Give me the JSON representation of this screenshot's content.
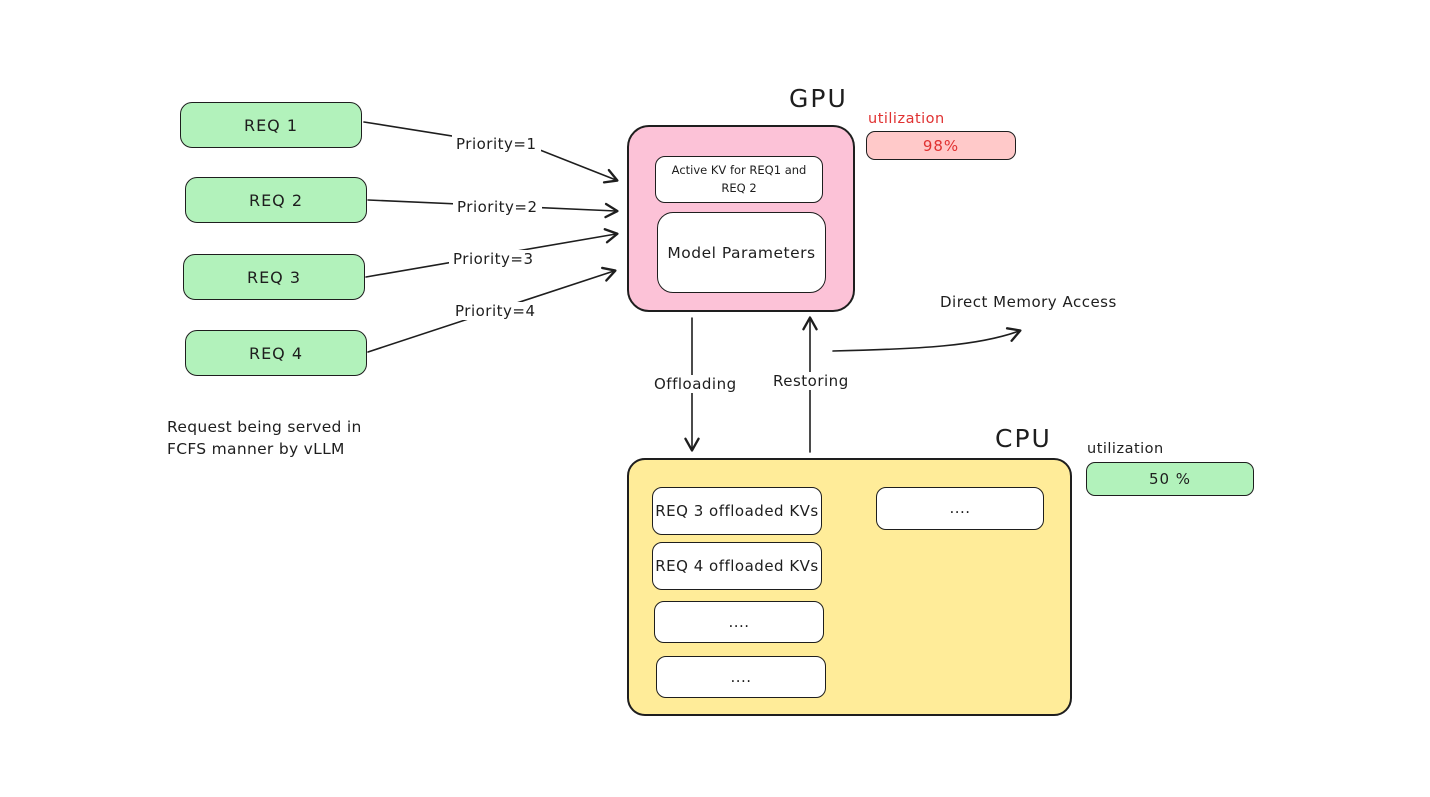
{
  "colors": {
    "background": "#ffffff",
    "green_fill": "#b2f2bb",
    "pink_fill": "#fcc2d7",
    "red_fill": "#ffc9c9",
    "yellow_fill": "#ffec99",
    "stroke_dark": "#1e1e1e",
    "red_text": "#e03131",
    "white": "#ffffff"
  },
  "requests": [
    {
      "label": "REQ 1",
      "priority": "Priority=1"
    },
    {
      "label": "REQ 2",
      "priority": "Priority=2"
    },
    {
      "label": "REQ 3",
      "priority": "Priority=3"
    },
    {
      "label": "REQ 4",
      "priority": "Priority=4"
    }
  ],
  "caption": "Request being served in FCFS manner by vLLM",
  "gpu": {
    "title": "GPU",
    "active_kv_label": "Active KV for REQ1 and REQ 2",
    "model_params_label": "Model Parameters",
    "utilization_label": "utilization",
    "utilization_value": "98%"
  },
  "cpu": {
    "title": "CPU",
    "slots": [
      "REQ 3 offloaded KVs",
      "REQ 4 offloaded KVs",
      "....",
      "...."
    ],
    "right_slot": "....",
    "utilization_label": "utilization",
    "utilization_value": "50 %"
  },
  "flows": {
    "offloading": "Offloading",
    "restoring": "Restoring",
    "dma": "Direct Memory Access"
  }
}
